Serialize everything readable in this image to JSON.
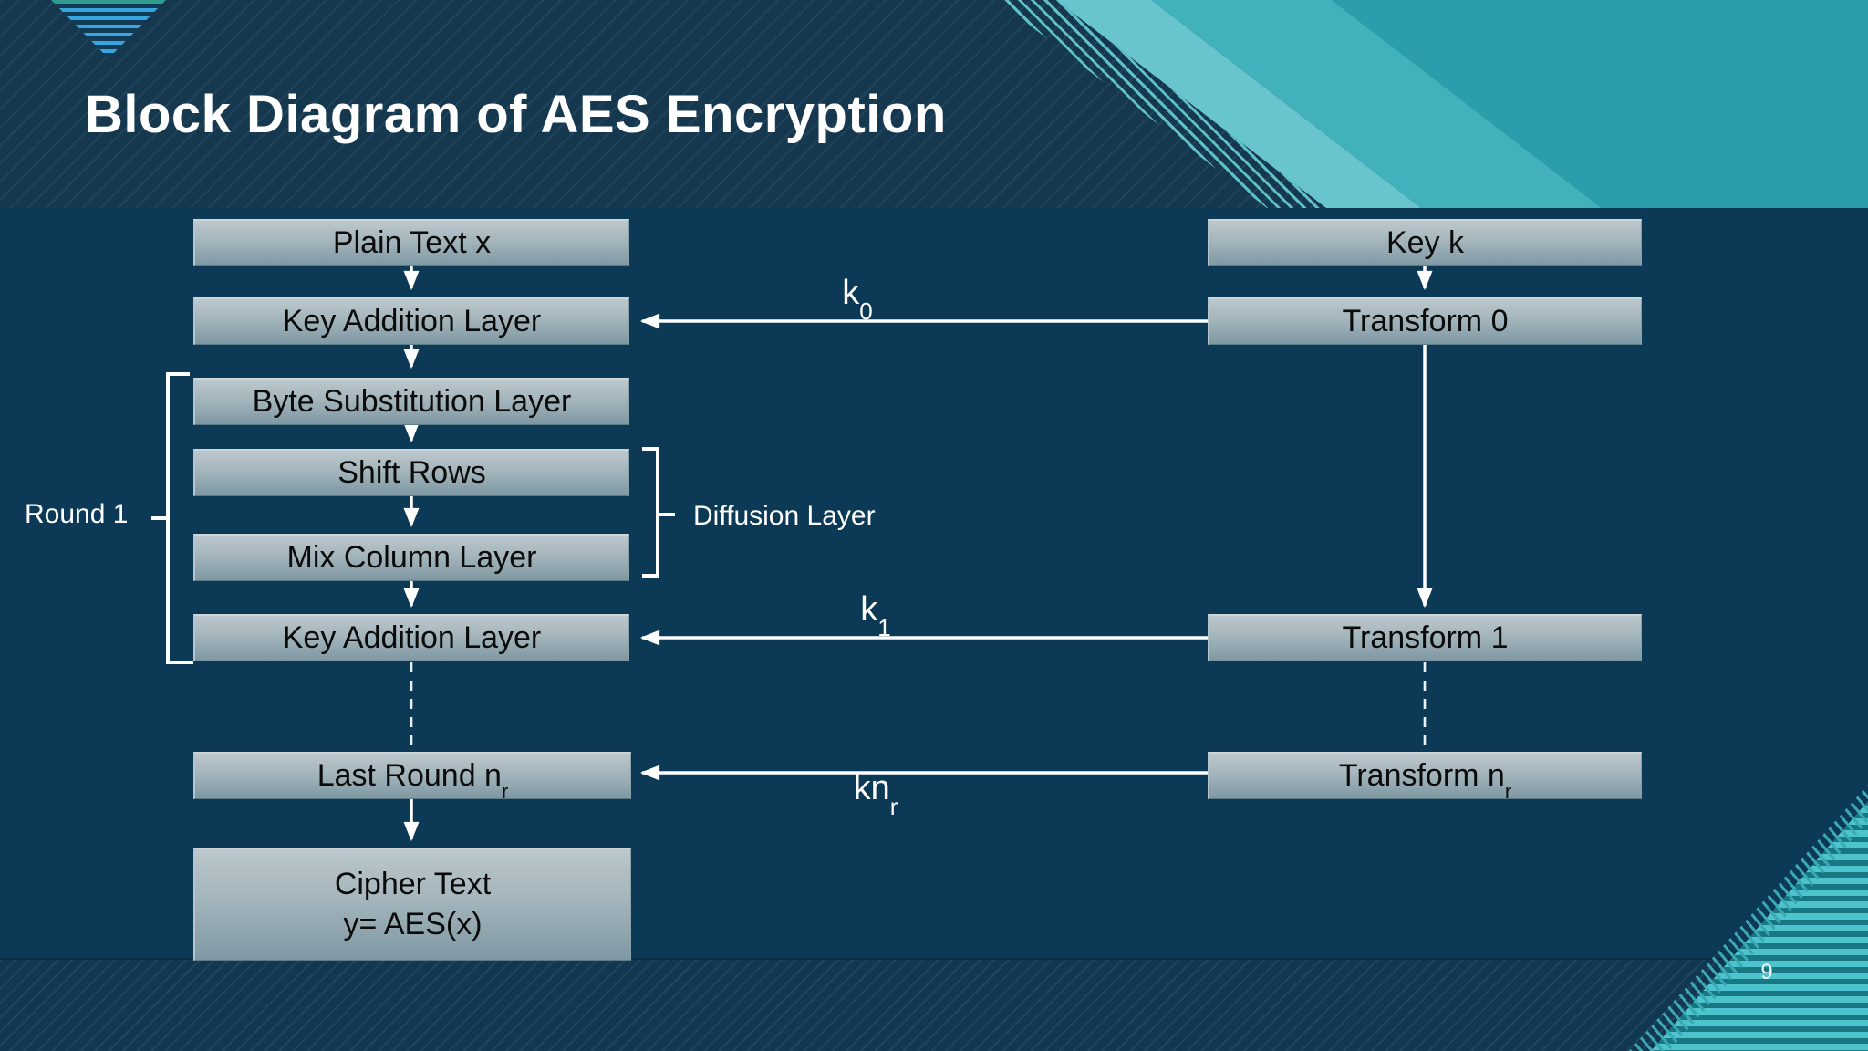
{
  "slide": {
    "title": "Block Diagram of AES Encryption",
    "page_number": "9"
  },
  "diagram": {
    "left_column": [
      {
        "base": "Plain Text x"
      },
      {
        "base": "Key Addition Layer"
      },
      {
        "base": "Byte Substitution Layer"
      },
      {
        "base": "Shift Rows"
      },
      {
        "base": "Mix Column Layer"
      },
      {
        "base": "Key Addition Layer"
      },
      {
        "base": "Last Round n",
        "sub": "r"
      }
    ],
    "cipher_box": {
      "line1": "Cipher Text",
      "line2": "y= AES(x)"
    },
    "right_column": [
      {
        "base": "Key k"
      },
      {
        "base": "Transform 0"
      },
      {
        "base": "Transform 1"
      },
      {
        "base": "Transform n",
        "sub": "r"
      }
    ],
    "edge_labels": {
      "k0": {
        "base": "k",
        "sub": "0"
      },
      "k1": {
        "base": "k",
        "sub": "1"
      },
      "knr": {
        "base": "kn",
        "sub": "r"
      }
    },
    "annotations": {
      "round1": "Round 1",
      "diffusion": "Diffusion Layer"
    }
  },
  "colors": {
    "band_navy": "#0c3a56",
    "header_navy": "#16384f",
    "teal_main": "#2a9fab",
    "teal_light": "#68c5cd",
    "corner_stripe_light": "#4cc3cd",
    "corner_stripe_dark": "#197784",
    "chevron_blue": "#38a5e0",
    "box_top": "#bcc8cd",
    "box_bottom": "#7e98a3",
    "arrow_white": "#ffffff"
  }
}
